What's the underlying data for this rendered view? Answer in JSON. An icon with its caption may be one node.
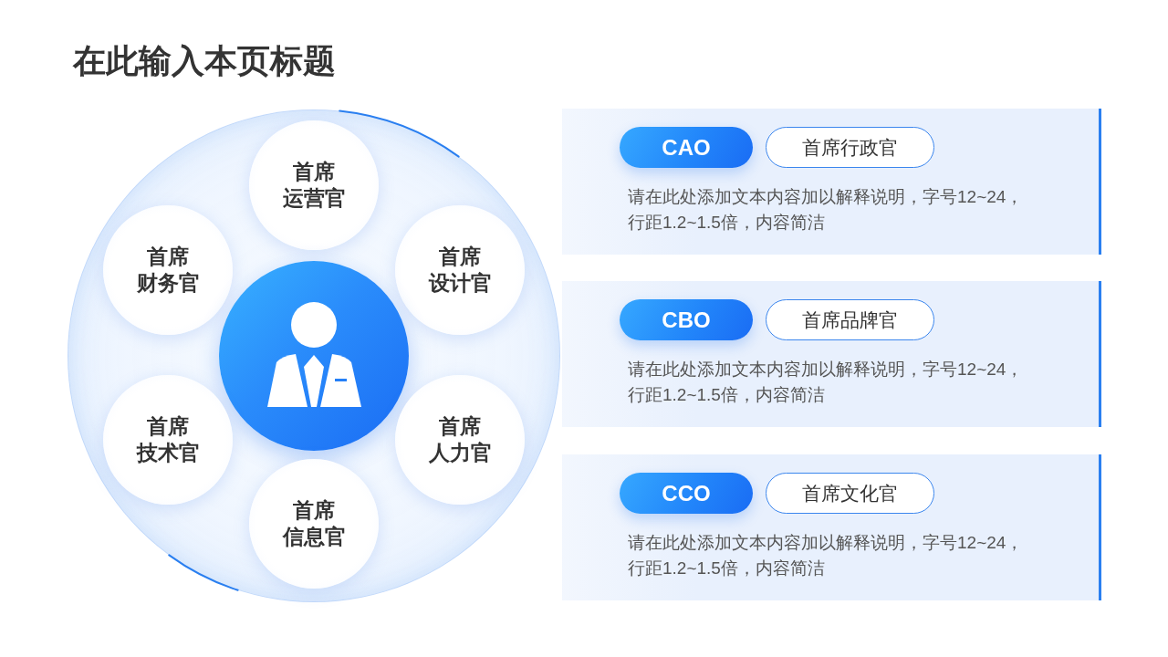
{
  "diagram": {
    "title": "在此输入本页标题",
    "nodes": [
      {
        "text": [],
        "shape": "circle"
      },
      {
        "text": [
          "首席运营官"
        ],
        "in": 0
      },
      {
        "text": [
          "首席财务官"
        ],
        "in": 0
      },
      {
        "text": [
          "首席设计官"
        ],
        "in": 0
      },
      {
        "text": [],
        "shape": "circle",
        "in": 0
      },
      {
        "text": [
          "首席技术官"
        ],
        "in": 0
      },
      {
        "text": [
          "首席人力官"
        ],
        "in": 0
      },
      {
        "text": [
          "首席信息官"
        ],
        "in": 0
      },
      {
        "text": [
          "请在此处添加文本内容加以解释说明，字号12~24，行距1.2~1.5倍，内容简洁"
        ]
      },
      {
        "text": [
          "CAO"
        ],
        "in": 8
      },
      {
        "text": [
          "首席行政官"
        ],
        "in": 8
      },
      {
        "text": [
          "请在此处添加文本内容加以解释说明，字号12~24，行距1.2~1.5倍，内容简洁"
        ]
      },
      {
        "text": [
          "CBO"
        ],
        "in": 11
      },
      {
        "text": [
          "首席品牌官"
        ],
        "in": 11
      },
      {
        "text": [
          "请在此处添加文本内容加以解释说明，字号12~24，行距1.2~1.5倍，内容简洁"
        ]
      },
      {
        "text": [
          "CCO"
        ],
        "in": 14
      },
      {
        "text": [
          "首席文化官"
        ],
        "in": 14
      }
    ]
  }
}
